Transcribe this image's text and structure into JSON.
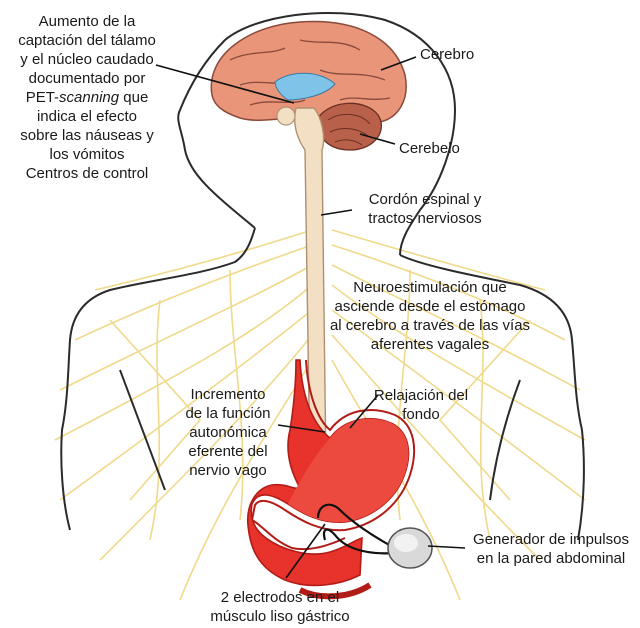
{
  "labels": {
    "thalamus": {
      "lines": [
        "Aumento de la",
        "captación del tálamo",
        "y el núcleo caudado",
        "documentado por",
        "PET-scanning que",
        "indica el efecto",
        "sobre las náuseas y",
        "los vómitos",
        "Centros de control"
      ]
    },
    "cerebro": "Cerebro",
    "cerebelo": "Cerebelo",
    "cordon": {
      "lines": [
        "Cordón espinal y",
        "tractos nerviosos"
      ]
    },
    "neuro": {
      "lines": [
        "Neuroestimulación que",
        "asciende desde el estómago",
        "al cerebro a través de las vías",
        "aferentes vagales"
      ]
    },
    "incremento": {
      "lines": [
        "Incremento",
        "de la función",
        "autonómica",
        "eferente del",
        "nervio vago"
      ]
    },
    "relajacion": {
      "lines": [
        "Relajación del",
        "fondo"
      ]
    },
    "generador": {
      "lines": [
        "Generador de impulsos",
        "en la pared abdominal"
      ]
    },
    "electrodos": {
      "lines": [
        "2 electrodos en el",
        "músculo liso gástrico"
      ]
    }
  },
  "colors": {
    "outline": "#2b2b2b",
    "brain": "#e8957a",
    "ventricle": "#7fc4e8",
    "cerebellum": "#b8604a",
    "spine": "#f3dfc4",
    "nerves": "#f0d98a",
    "stomach": "#e8332c",
    "device": "#d9d9d9"
  }
}
